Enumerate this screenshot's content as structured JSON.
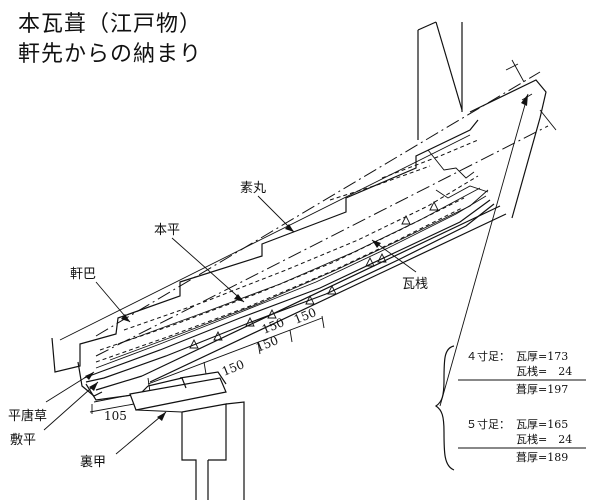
{
  "title": {
    "line1": "本瓦葺（江戸物）",
    "line2": "軒先からの納まり"
  },
  "labels": {
    "somaru": "素丸",
    "honhira": "本平",
    "nokitomoe": "軒巴",
    "kawarasan": "瓦桟",
    "hirakarakusa": "平唐草",
    "shikihira": "敷平",
    "urako": "裏甲"
  },
  "dimensions": {
    "d150a": "150",
    "d150b": "150",
    "d150c": "150",
    "d150d": "150",
    "d105": "105"
  },
  "notes": {
    "block1": {
      "row1_prefix": "４寸足：",
      "row1_item": "瓦厚=173",
      "row2_item": "瓦桟=　24",
      "total": "葺厚=197"
    },
    "block2": {
      "row1_prefix": "５寸足：",
      "row1_item": "瓦厚=165",
      "row2_item": "瓦桟=　24",
      "total": "葺厚=189"
    }
  }
}
